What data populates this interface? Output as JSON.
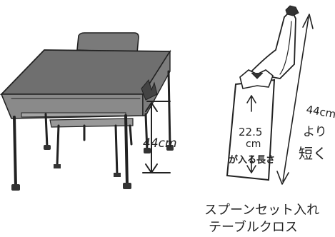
{
  "annotations": {
    "desk_height": "44cm",
    "pouch_length_value": "22.5",
    "pouch_length_unit": "cm",
    "fits_length": "が入る長さ",
    "vertical_note_1": "44cm",
    "vertical_note_2": "より",
    "vertical_note_3": "短く",
    "caption_line_1": "スプーンセット入れ",
    "caption_line_2": "テーブルクロス"
  },
  "colors": {
    "desk_top": "#6f6f6f",
    "desk_front": "#8a8a8a",
    "chair_back": "#777777",
    "ink": "#222222"
  },
  "icons": [
    "desk-illustration",
    "chair-illustration",
    "pouch-illustration",
    "height-arrow-icon",
    "length-arrow-icon"
  ]
}
